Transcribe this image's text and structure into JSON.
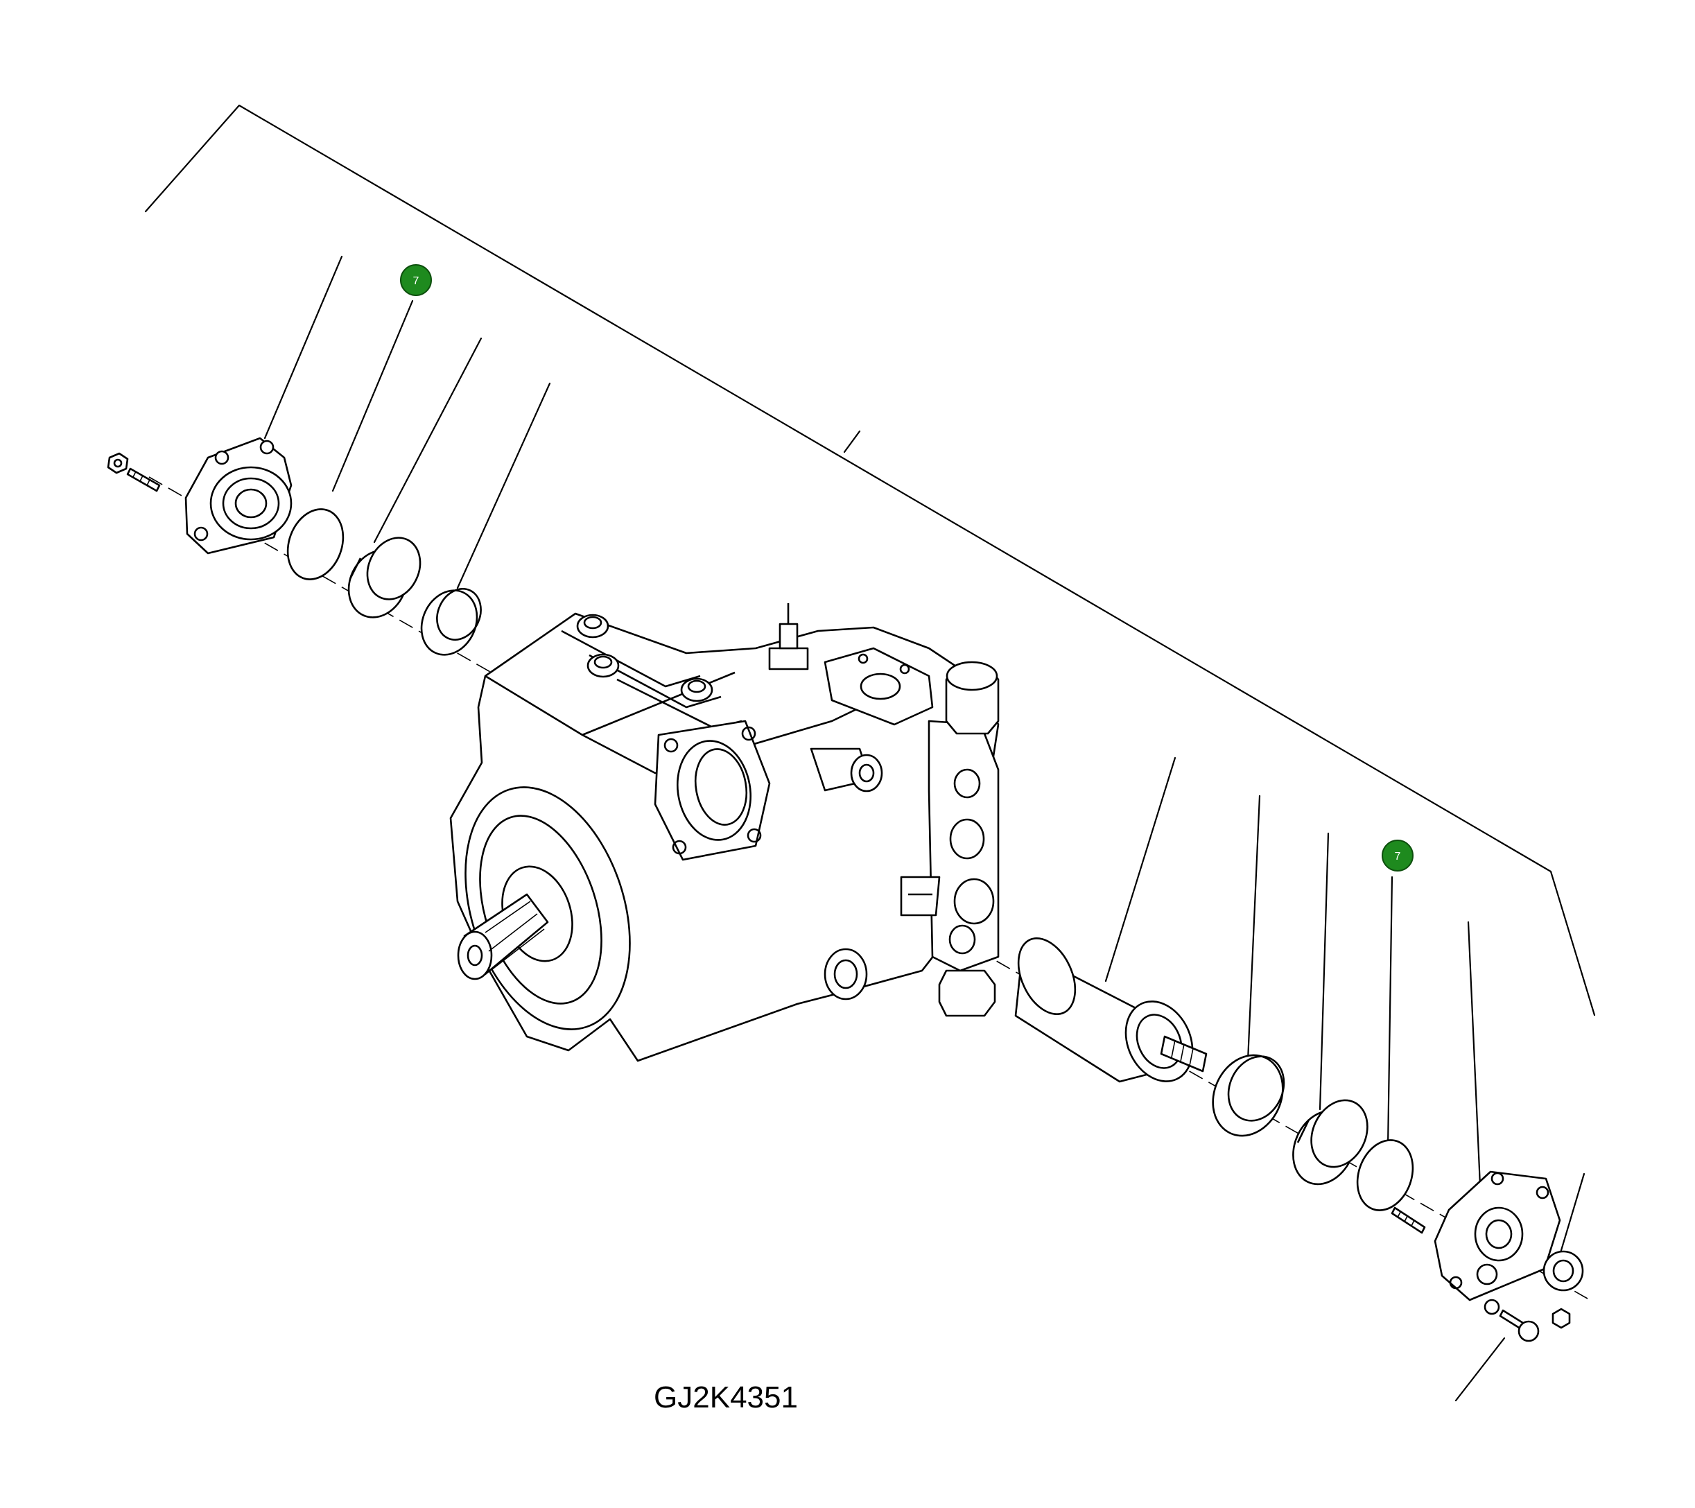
{
  "figure_label": "GJ2K4351",
  "callouts": [
    {
      "text": "7",
      "color": "#1e8a1e"
    },
    {
      "text": "7",
      "color": "#1e8a1e"
    }
  ],
  "colors": {
    "line": "#000000",
    "background": "#ffffff",
    "callout_fill": "#1e8a1e"
  }
}
